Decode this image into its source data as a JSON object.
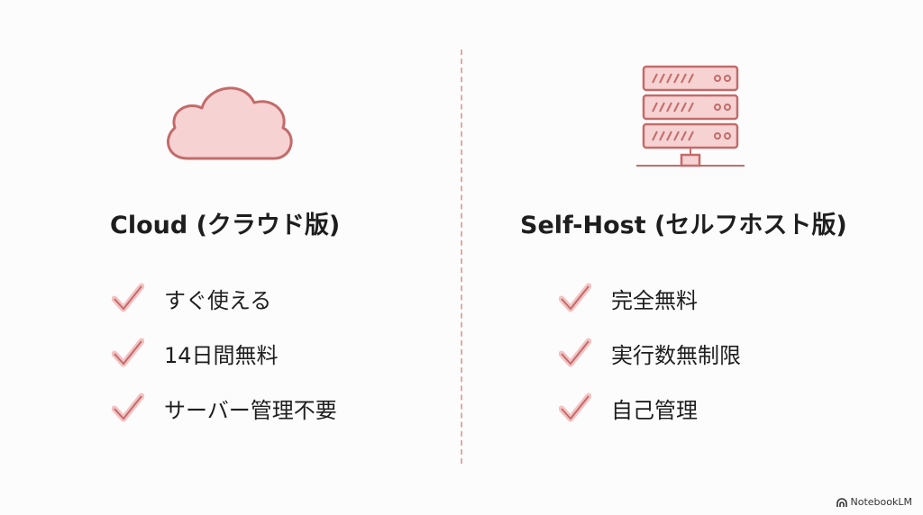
{
  "left": {
    "icon": "cloud-icon",
    "title": "Cloud (クラウド版)",
    "items": [
      "すぐ使える",
      "14日間無料",
      "サーバー管理不要"
    ]
  },
  "right": {
    "icon": "server-rack-icon",
    "title": "Self-Host (セルフホスト版)",
    "items": [
      "完全無料",
      "実行数無制限",
      "自己管理"
    ]
  },
  "brand": {
    "label": "NotebookLM"
  },
  "colors": {
    "accent_fill": "#f6d2d2",
    "accent_stroke": "#c46b6b",
    "divider": "#e2a9a9"
  }
}
